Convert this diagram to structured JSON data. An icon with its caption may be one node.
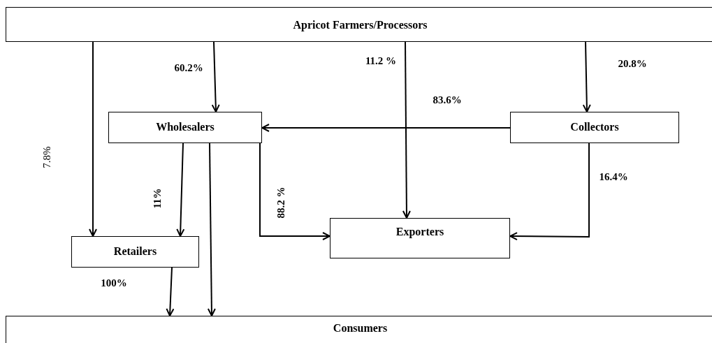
{
  "diagram": {
    "nodes": [
      {
        "text": [
          "Apricot Farmers/Processors"
        ]
      },
      {
        "text": [
          "Wholesalers"
        ]
      },
      {
        "text": [
          "Collectors"
        ]
      },
      {
        "text": [
          "Retailers"
        ]
      },
      {
        "text": [
          "Exporters"
        ]
      },
      {
        "text": [
          "Consumers"
        ]
      }
    ],
    "edges": [
      {
        "from": 0,
        "to": 3,
        "arrow": "to",
        "label": "7.8%"
      },
      {
        "from": 0,
        "to": 1,
        "arrow": "to",
        "label": "60.2%"
      },
      {
        "from": 0,
        "to": 4,
        "arrow": "to",
        "label": "11.2 %"
      },
      {
        "from": 0,
        "to": 2,
        "arrow": "to",
        "label": "20.8%"
      },
      {
        "from": 2,
        "to": 1,
        "arrow": "to",
        "label": "83.6%"
      },
      {
        "from": 1,
        "to": 3,
        "arrow": "to",
        "label": "11%"
      },
      {
        "from": 1,
        "to": 5,
        "arrow": "to"
      },
      {
        "from": 1,
        "to": 4,
        "arrow": "to",
        "label": "88.2 %"
      },
      {
        "from": 2,
        "to": 4,
        "arrow": "to",
        "label": "16.4%"
      },
      {
        "from": 3,
        "to": 5,
        "arrow": "to",
        "label": "100%"
      }
    ]
  }
}
